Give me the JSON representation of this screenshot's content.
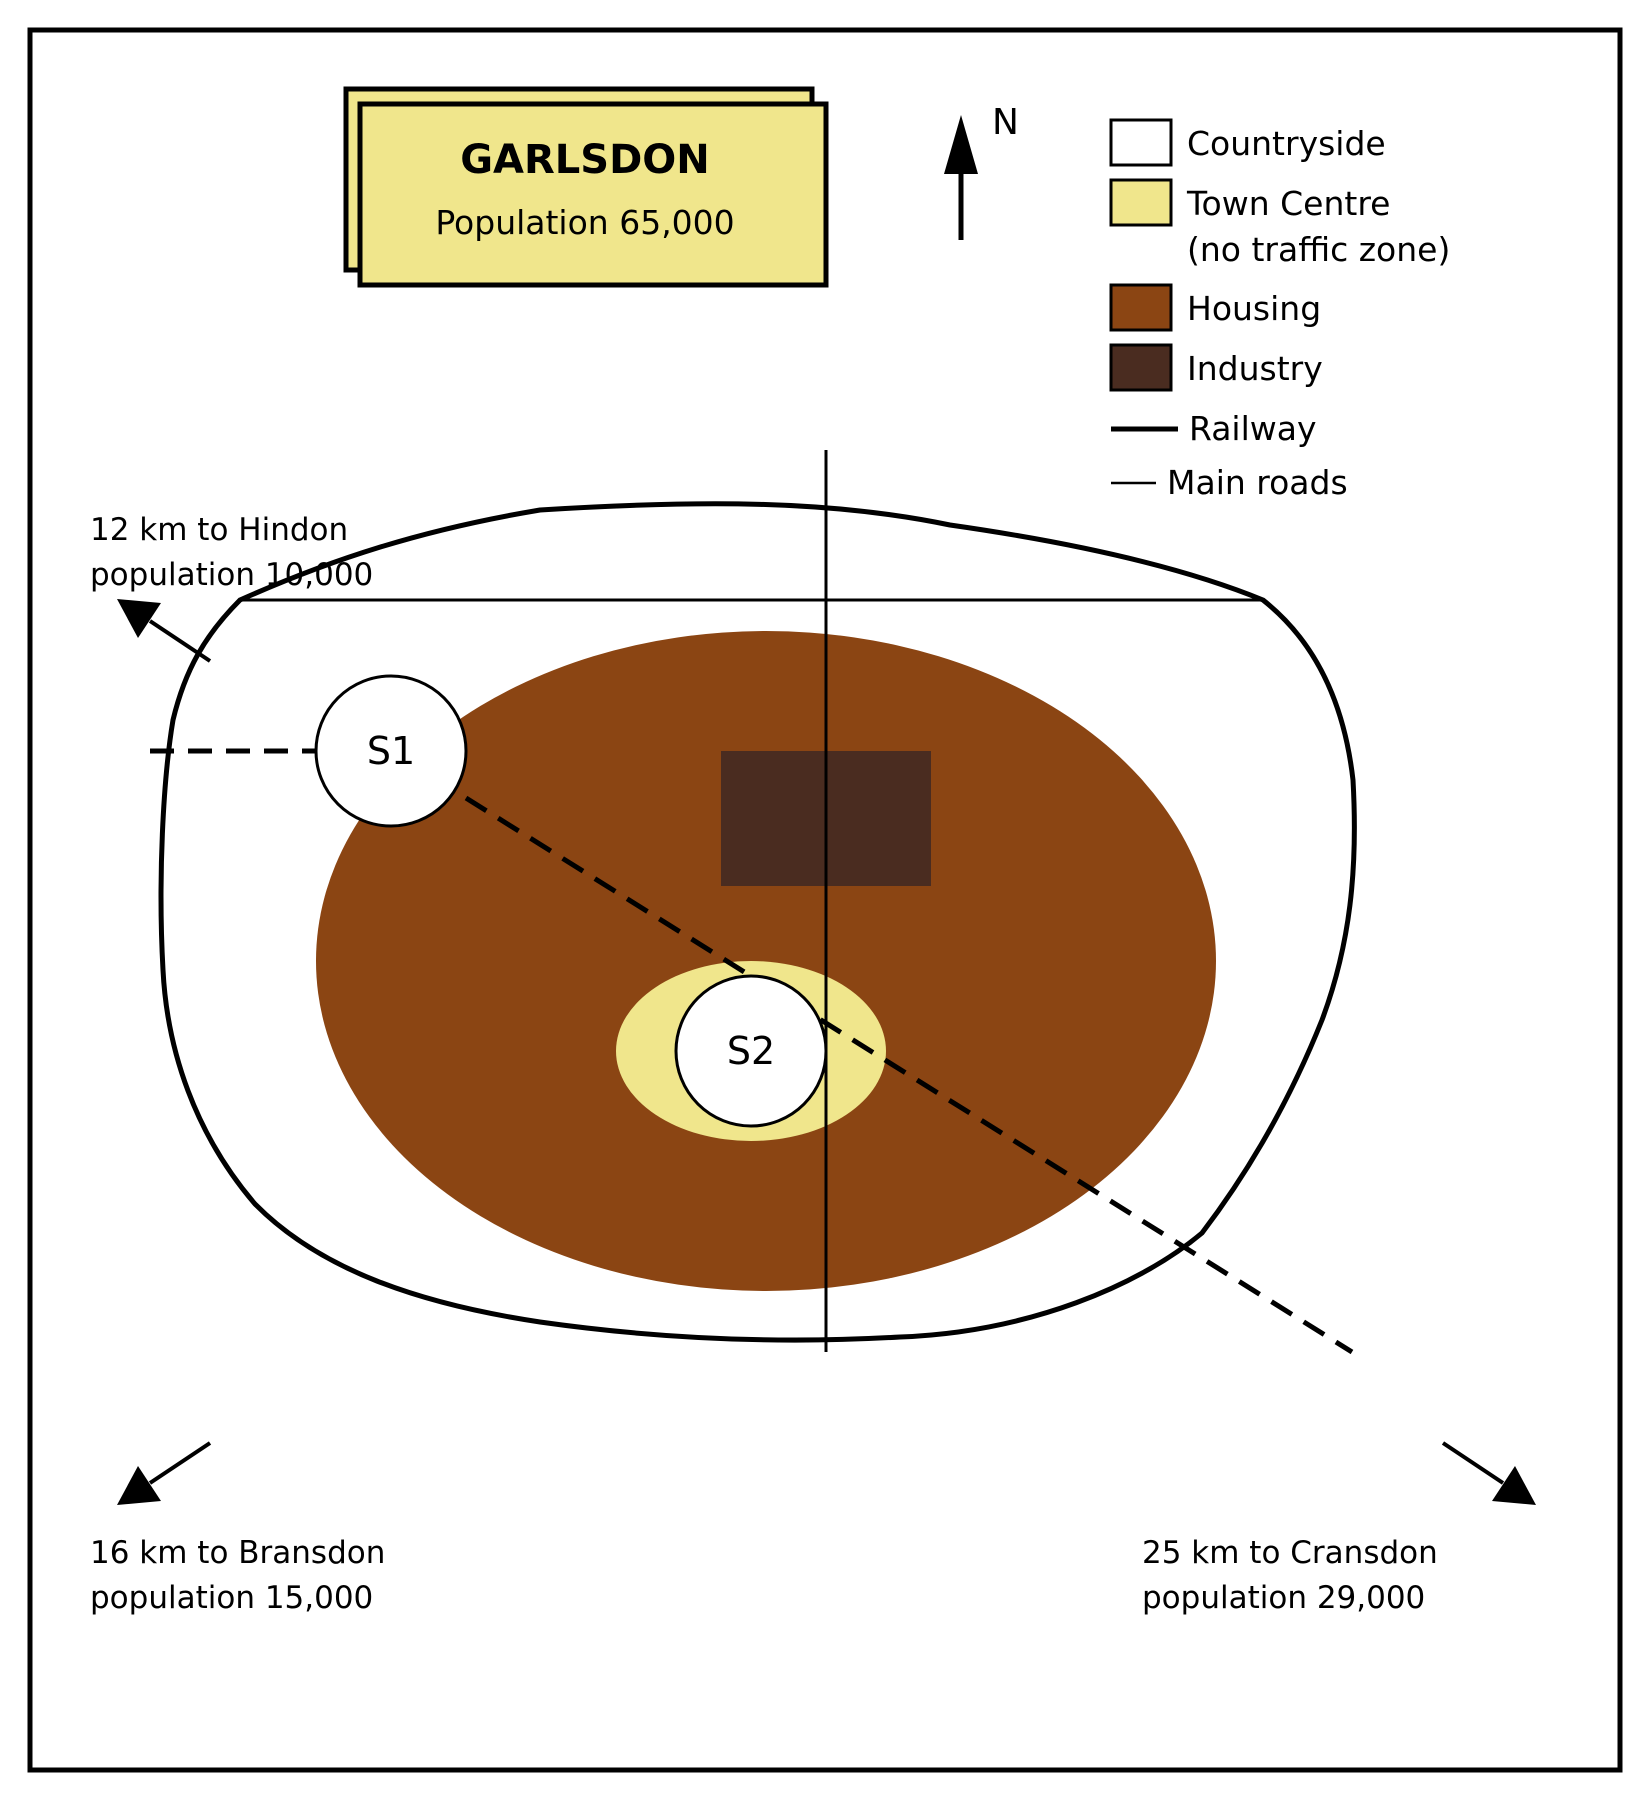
{
  "title_box": {
    "title": "GARLSDON",
    "subtitle": "Population 65,000"
  },
  "north_label": "N",
  "legend": {
    "countryside": "Countryside",
    "town_centre_line1": "Town Centre",
    "town_centre_line2": "(no traffic zone)",
    "housing": "Housing",
    "industry": "Industry",
    "railway": "Railway",
    "main_roads": "Main roads"
  },
  "sites": {
    "s1": "S1",
    "s2": "S2"
  },
  "destinations": {
    "hindon": {
      "line1": "12 km to Hindon",
      "line2": "population 10,000"
    },
    "bransdon": {
      "line1": "16 km to Bransdon",
      "line2": "population 15,000"
    },
    "cransdon": {
      "line1": "25 km to Cransdon",
      "line2": "population 29,000"
    }
  },
  "colors": {
    "countryside": "#ffffff",
    "town_centre": "#f0e68c",
    "housing": "#8b4513",
    "industry": "#4a2c20",
    "outline": "#000000"
  }
}
